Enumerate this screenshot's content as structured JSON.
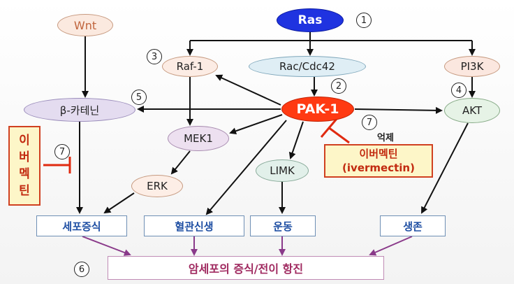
{
  "nodes": {
    "wnt": "Wnt",
    "ras": "Ras",
    "raf1": "Raf-1",
    "rac_cdc42": "Rac/Cdc42",
    "pi3k": "PI3K",
    "beta_catenin": "β-카테닌",
    "pak1": "PAK-1",
    "akt": "AKT",
    "mek1": "MEK1",
    "erk": "ERK",
    "limk": "LIMK"
  },
  "outcomes": {
    "proliferation": "세포증식",
    "angiogenesis": "혈관신생",
    "motility": "운동",
    "survival": "생존",
    "cancer": "암세포의 증식/전이 항진"
  },
  "ivermectin_left": [
    "이",
    "버",
    "멕",
    "틴"
  ],
  "ivermectin_right": {
    "line1": "이버멕틴",
    "line2": "(ivermectin)"
  },
  "inhibition_label": "억제",
  "numbers": {
    "n1": "1",
    "n2": "2",
    "n3": "3",
    "n4": "4",
    "n5": "5",
    "n6": "6",
    "n7": "7"
  },
  "colors": {
    "arrow": "#111111",
    "purple_arrow": "#8a3a8a",
    "inhibit": "#e02a10"
  }
}
